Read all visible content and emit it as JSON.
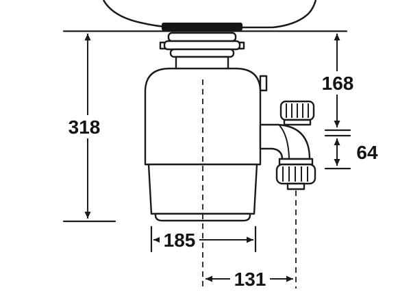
{
  "figure": {
    "type": "technical-dimension-diagram",
    "subject": "food-waste-disposer-under-sink",
    "labels": {
      "overall_height": "318",
      "sink_to_outlet_height": "168",
      "outlet_drop": "64",
      "body_width": "185",
      "center_to_outlet_offset": "131"
    },
    "colors": {
      "line": "#1a1a1a",
      "background": "#ffffff"
    }
  }
}
